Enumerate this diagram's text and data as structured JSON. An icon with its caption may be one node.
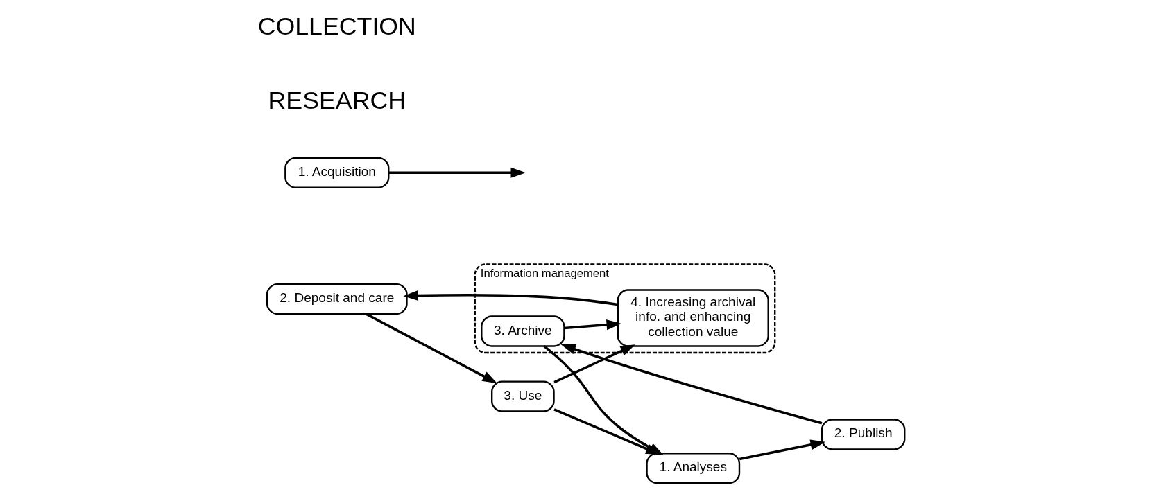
{
  "diagram": {
    "nodes": [
      {
        "text": [
          "Information management"
        ]
      },
      {
        "text": [
          "3. Archive"
        ],
        "in": 0
      },
      {
        "text": [
          "4. Increasing archival info. and enhancing collection value"
        ],
        "in": 0
      },
      {
        "text": [
          "2. Publish"
        ]
      },
      {
        "text": [
          "1. Analyses"
        ]
      },
      {
        "text": [
          "3. Use"
        ]
      },
      {
        "text": [
          "2. Deposit and care"
        ]
      },
      {
        "text": [
          "1. Acquisition"
        ]
      }
    ],
    "edges": [
      {
        "from": 1,
        "to": 2,
        "arrow": "to"
      },
      {
        "from": 1,
        "to": 4,
        "arrow": "to"
      },
      {
        "from": 4,
        "to": 3,
        "arrow": "to"
      },
      {
        "from": 3,
        "to": 1,
        "arrow": "to"
      },
      {
        "from": 2,
        "to": 6,
        "arrow": "to"
      },
      {
        "from": 6,
        "to": 5,
        "arrow": "to"
      },
      {
        "from": 5,
        "to": 2,
        "arrow": "to"
      },
      {
        "from": 5,
        "to": 4,
        "arrow": "to"
      },
      {
        "from": 7,
        "to": null,
        "arrow": "to"
      }
    ],
    "labels": [
      "RESEARCH",
      "COLLECTION"
    ]
  }
}
